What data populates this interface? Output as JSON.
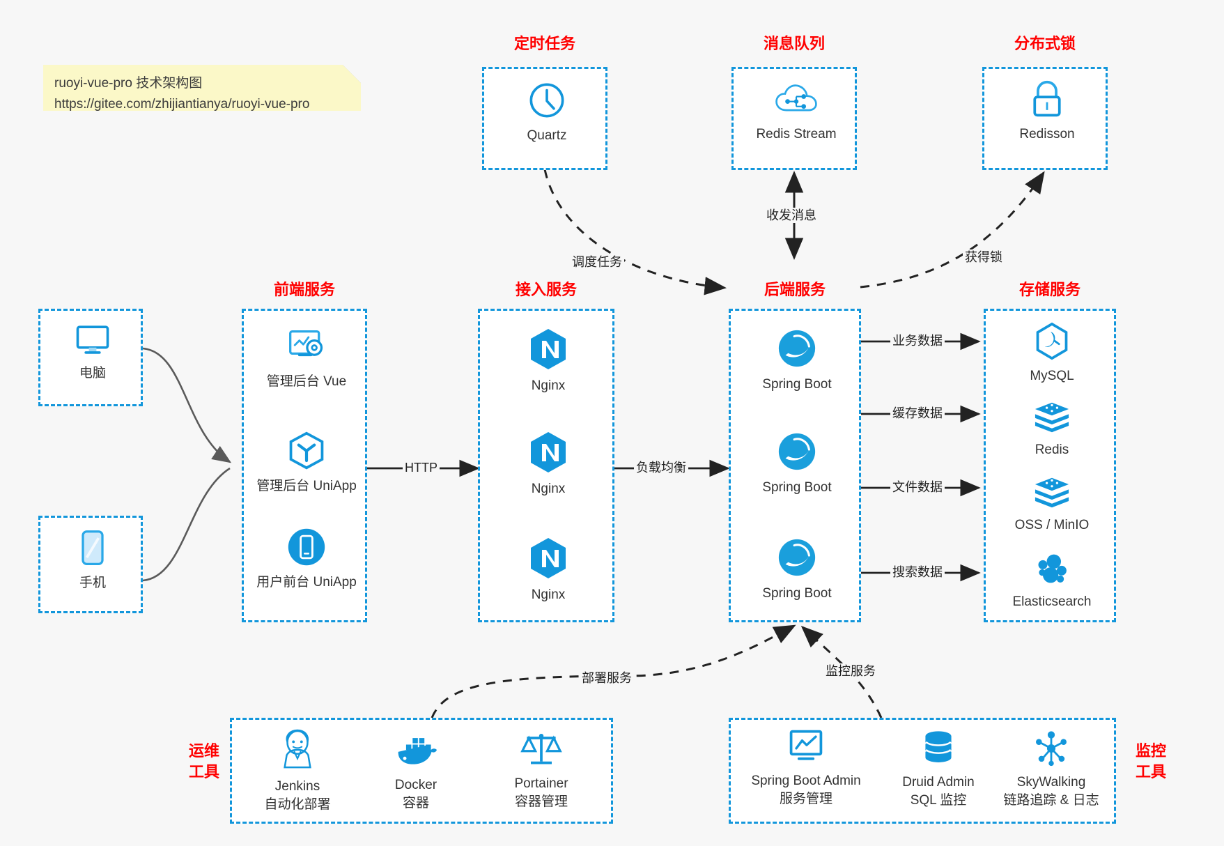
{
  "note": {
    "line1": "ruoyi-vue-pro 技术架构图",
    "line2": "https://gitee.com/zhijiantianya/ruoyi-vue-pro"
  },
  "colors": {
    "group_border": "#1296db",
    "group_title": "#ff0000",
    "icon_blue": "#1296db",
    "background": "#f7f7f7",
    "arrow": "#222222",
    "note_bg": "#fbf8c8"
  },
  "groups": {
    "scheduler": {
      "title": "定时任务",
      "nodes": [
        {
          "label": "Quartz",
          "icon": "clock-icon"
        }
      ]
    },
    "mq": {
      "title": "消息队列",
      "nodes": [
        {
          "label": "Redis Stream",
          "icon": "cloud-stream-icon"
        }
      ]
    },
    "lock": {
      "title": "分布式锁",
      "nodes": [
        {
          "label": "Redisson",
          "icon": "padlock-icon"
        }
      ]
    },
    "clients": {
      "nodes": [
        {
          "label": "电脑",
          "icon": "desktop-monitor-icon"
        },
        {
          "label": "手机",
          "icon": "mobile-phone-icon"
        }
      ]
    },
    "frontend": {
      "title": "前端服务",
      "nodes": [
        {
          "label": "管理后台 Vue",
          "icon": "dashboard-settings-icon"
        },
        {
          "label": "管理后台 UniApp",
          "icon": "cube-y-icon"
        },
        {
          "label": "用户前台 UniApp",
          "icon": "phone-circle-icon"
        }
      ]
    },
    "gateway": {
      "title": "接入服务",
      "nodes": [
        {
          "label": "Nginx",
          "icon": "nginx-icon"
        },
        {
          "label": "Nginx",
          "icon": "nginx-icon"
        },
        {
          "label": "Nginx",
          "icon": "nginx-icon"
        }
      ]
    },
    "backend": {
      "title": "后端服务",
      "nodes": [
        {
          "label": "Spring Boot",
          "icon": "spring-boot-icon"
        },
        {
          "label": "Spring Boot",
          "icon": "spring-boot-icon"
        },
        {
          "label": "Spring Boot",
          "icon": "spring-boot-icon"
        }
      ]
    },
    "storage": {
      "title": "存储服务",
      "nodes": [
        {
          "label": "MySQL",
          "icon": "mysql-icon"
        },
        {
          "label": "Redis",
          "icon": "redis-icon"
        },
        {
          "label": "OSS / MinIO",
          "icon": "oss-minio-icon"
        },
        {
          "label": "Elasticsearch",
          "icon": "elasticsearch-icon"
        }
      ]
    },
    "devops": {
      "title": "运维\n工具",
      "title_line1": "运维",
      "title_line2": "工具",
      "nodes": [
        {
          "label": "Jenkins",
          "sublabel": "自动化部署",
          "icon": "jenkins-icon"
        },
        {
          "label": "Docker",
          "sublabel": "容器",
          "icon": "docker-whale-icon"
        },
        {
          "label": "Portainer",
          "sublabel": "容器管理",
          "icon": "scales-icon"
        }
      ]
    },
    "monitor": {
      "title_line1": "监控",
      "title_line2": "工具",
      "nodes": [
        {
          "label": "Spring Boot Admin",
          "sublabel": "服务管理",
          "icon": "monitor-chart-icon"
        },
        {
          "label": "Druid Admin",
          "sublabel": "SQL 监控",
          "icon": "database-stack-icon"
        },
        {
          "label": "SkyWalking",
          "sublabel": "链路追踪 & 日志",
          "icon": "skywalking-nodes-icon"
        }
      ]
    }
  },
  "edges": [
    {
      "id": "http",
      "label": "HTTP"
    },
    {
      "id": "load-balance",
      "label": "负载均衡"
    },
    {
      "id": "schedule-task",
      "label": "调度任务"
    },
    {
      "id": "send-receive-message",
      "label": "收发消息"
    },
    {
      "id": "acquire-lock",
      "label": "获得锁"
    },
    {
      "id": "business-data",
      "label": "业务数据"
    },
    {
      "id": "cache-data",
      "label": "缓存数据"
    },
    {
      "id": "file-data",
      "label": "文件数据"
    },
    {
      "id": "search-data",
      "label": "搜索数据"
    },
    {
      "id": "deploy-service",
      "label": "部署服务"
    },
    {
      "id": "monitor-service",
      "label": "监控服务"
    }
  ]
}
